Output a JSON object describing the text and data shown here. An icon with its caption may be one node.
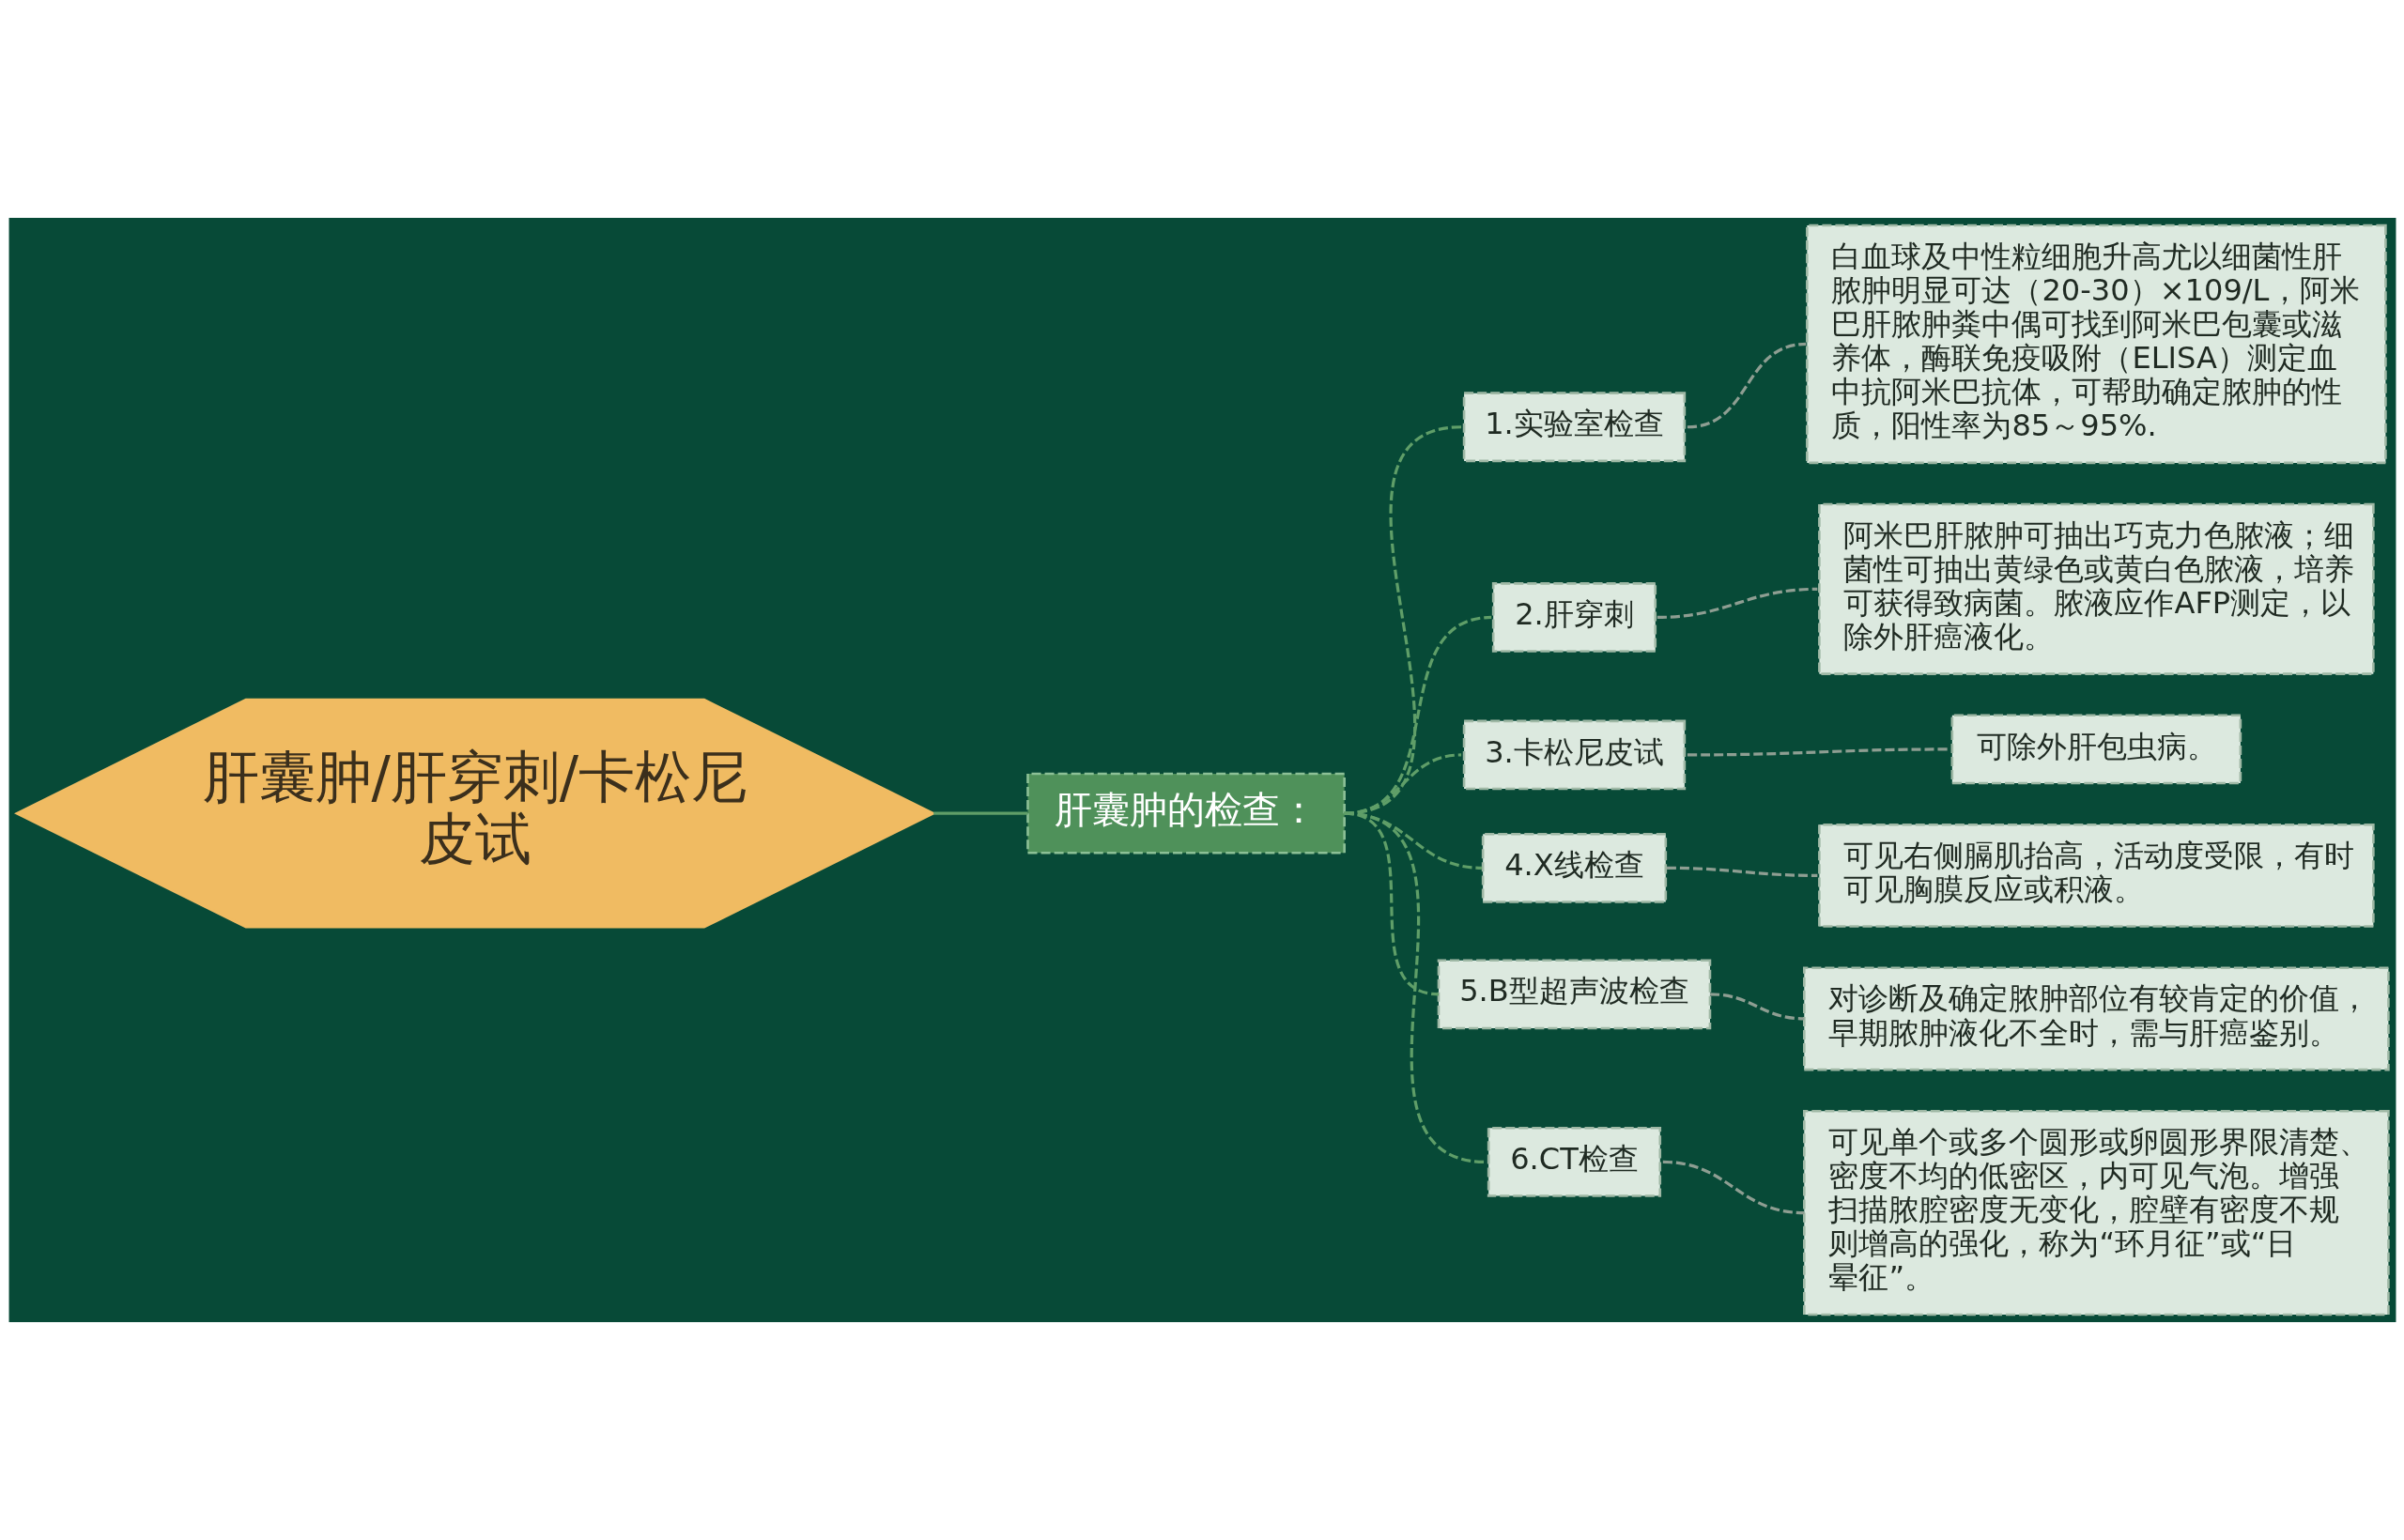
{
  "diagram": {
    "nodes": [
      {
        "text": [
          "肝囊肿/肝穿刺/卡松尼皮试"
        ]
      },
      {
        "text": [
          "肝囊肿的检查："
        ]
      },
      {
        "text": [
          "1.实验室检查"
        ]
      },
      {
        "text": [
          "白血球及中性粒细胞升高尤以细菌性肝脓肿明显可达（20-30）×109/L，阿米巴肝脓肿粪中偶可找到阿米巴包囊或滋养体，酶联免疫吸附（ELISA）测定血中抗阿米巴抗体，可帮助确定脓肿的性质，阳性率为85～95%."
        ]
      },
      {
        "text": [
          "2.肝穿刺"
        ]
      },
      {
        "text": [
          "阿米巴肝脓肿可抽出巧克力色脓液；细菌性可抽出黄绿色或黄白色脓液，培养可获得致病菌。脓液应作AFP测定，以除外肝癌液化。"
        ]
      },
      {
        "text": [
          "3.卡松尼皮试"
        ]
      },
      {
        "text": [
          "可除外肝包虫病。"
        ]
      },
      {
        "text": [
          "4.X线检查"
        ]
      },
      {
        "text": [
          "可见右侧膈肌抬高，活动度受限，有时可见胸膜反应或积液。"
        ]
      },
      {
        "text": [
          "5.B型超声波检查"
        ]
      },
      {
        "text": [
          "对诊断及确定脓肿部位有较肯定的价值，早期脓肿液化不全时，需与肝癌鉴别。"
        ]
      },
      {
        "text": [
          "6.CT检查"
        ]
      },
      {
        "text": [
          "可见单个或多个圆形或卵圆形界限清楚、密度不均的低密区，内可见气泡。增强扫描脓腔密度无变化，腔壁有密度不规则增高的强化，称为“环月征”或“日晕征”。"
        ]
      }
    ],
    "edges": [
      {
        "from": 0,
        "to": 1,
        "arrow": "none"
      },
      {
        "from": 1,
        "to": 2,
        "arrow": "none",
        "style": "dashed"
      },
      {
        "from": 2,
        "to": 3,
        "arrow": "none",
        "style": "dashed",
        "color": "#8e9e92"
      },
      {
        "from": 1,
        "to": 4,
        "arrow": "none",
        "style": "dashed"
      },
      {
        "from": 4,
        "to": 5,
        "arrow": "none",
        "style": "dashed",
        "color": "#8e9e92"
      },
      {
        "from": 1,
        "to": 6,
        "arrow": "none",
        "style": "dashed"
      },
      {
        "from": 6,
        "to": 7,
        "arrow": "none",
        "style": "dashed",
        "color": "#8e9e92"
      },
      {
        "from": 1,
        "to": 8,
        "arrow": "none",
        "style": "dashed"
      },
      {
        "from": 8,
        "to": 9,
        "arrow": "none",
        "style": "dashed",
        "color": "#8e9e92"
      },
      {
        "from": 1,
        "to": 10,
        "arrow": "none",
        "style": "dashed"
      },
      {
        "from": 10,
        "to": 11,
        "arrow": "none",
        "style": "dashed",
        "color": "#8e9e92"
      },
      {
        "from": 1,
        "to": 12,
        "arrow": "none",
        "style": "dashed"
      },
      {
        "from": 12,
        "to": 13,
        "arrow": "none",
        "style": "dashed",
        "color": "#8e9e92"
      }
    ]
  }
}
